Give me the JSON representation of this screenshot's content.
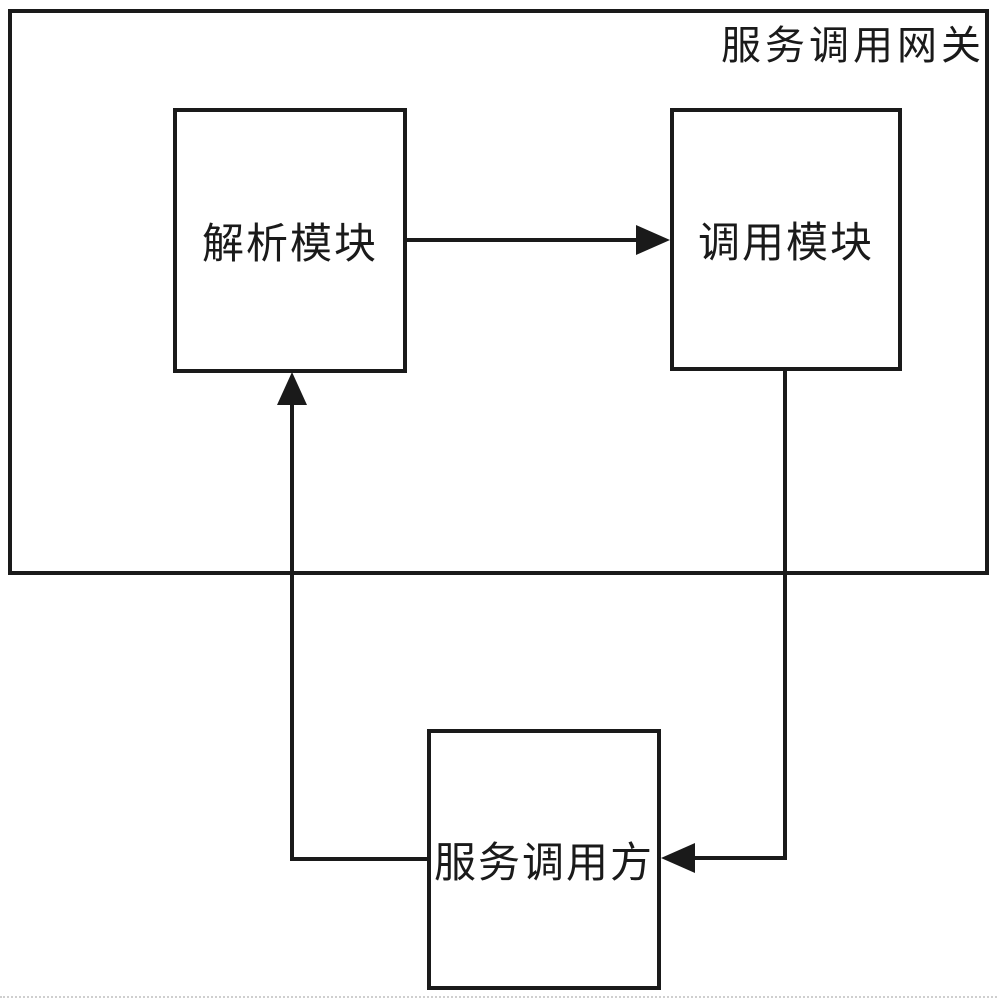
{
  "diagram": {
    "type": "block-diagram",
    "gateway": {
      "label": "服务调用网关"
    },
    "nodes": {
      "parse_module": {
        "label": "解析模块"
      },
      "invoke_module": {
        "label": "调用模块"
      },
      "service_caller": {
        "label": "服务调用方"
      }
    },
    "edges": [
      {
        "from": "解析模块",
        "to": "调用模块",
        "direction": "right"
      },
      {
        "from": "服务调用方",
        "to": "解析模块",
        "direction": "left-then-up"
      },
      {
        "from": "调用模块",
        "to": "服务调用方",
        "direction": "down-then-left"
      }
    ],
    "colors": {
      "line": "#1a1a1a",
      "background": "#ffffff"
    }
  }
}
